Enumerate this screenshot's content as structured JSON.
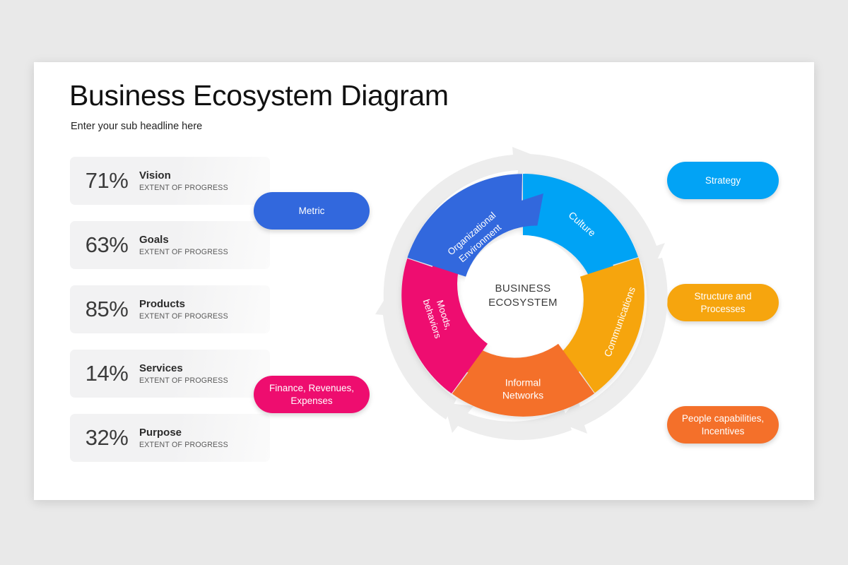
{
  "header": {
    "title": "Business Ecosystem Diagram",
    "subtitle": "Enter your sub headline here"
  },
  "metrics": {
    "items": [
      {
        "percent": "71%",
        "name": "Vision",
        "caption": "EXTENT OF PROGRESS"
      },
      {
        "percent": "63%",
        "name": "Goals",
        "caption": "EXTENT OF PROGRESS"
      },
      {
        "percent": "85%",
        "name": "Products",
        "caption": "EXTENT OF PROGRESS"
      },
      {
        "percent": "14%",
        "name": "Services",
        "caption": "EXTENT OF PROGRESS"
      },
      {
        "percent": "32%",
        "name": "Purpose",
        "caption": "EXTENT OF PROGRESS"
      }
    ]
  },
  "pills": {
    "metric": {
      "label": "Metric",
      "color": "#3268dd"
    },
    "finance": {
      "line1": "Finance, Revenues,",
      "line2": "Expenses",
      "color": "#ee0d6f"
    },
    "strategy": {
      "label": "Strategy",
      "color": "#02a3f5"
    },
    "structure": {
      "line1": "Structure and",
      "line2": "Processes",
      "color": "#f6a50e"
    },
    "people": {
      "line1": "People capabilities,",
      "line2": "Incentives",
      "color": "#f4702a"
    }
  },
  "wheel": {
    "hub_line1": "BUSINESS",
    "hub_line2": "ECOSYSTEM",
    "ring_color": "#ededed",
    "segments": [
      {
        "label_line1": "Organizational",
        "label_line2": "Environment",
        "color": "#3268dd"
      },
      {
        "label_line1": "Culture",
        "label_line2": "",
        "color": "#02a3f5"
      },
      {
        "label_line1": "Communications",
        "label_line2": "",
        "color": "#f6a50e"
      },
      {
        "label_line1": "Informal",
        "label_line2": "Networks",
        "color": "#f4702a"
      },
      {
        "label_line1": "Moods,",
        "label_line2": "behaviors",
        "color": "#ee0d6f"
      }
    ]
  }
}
